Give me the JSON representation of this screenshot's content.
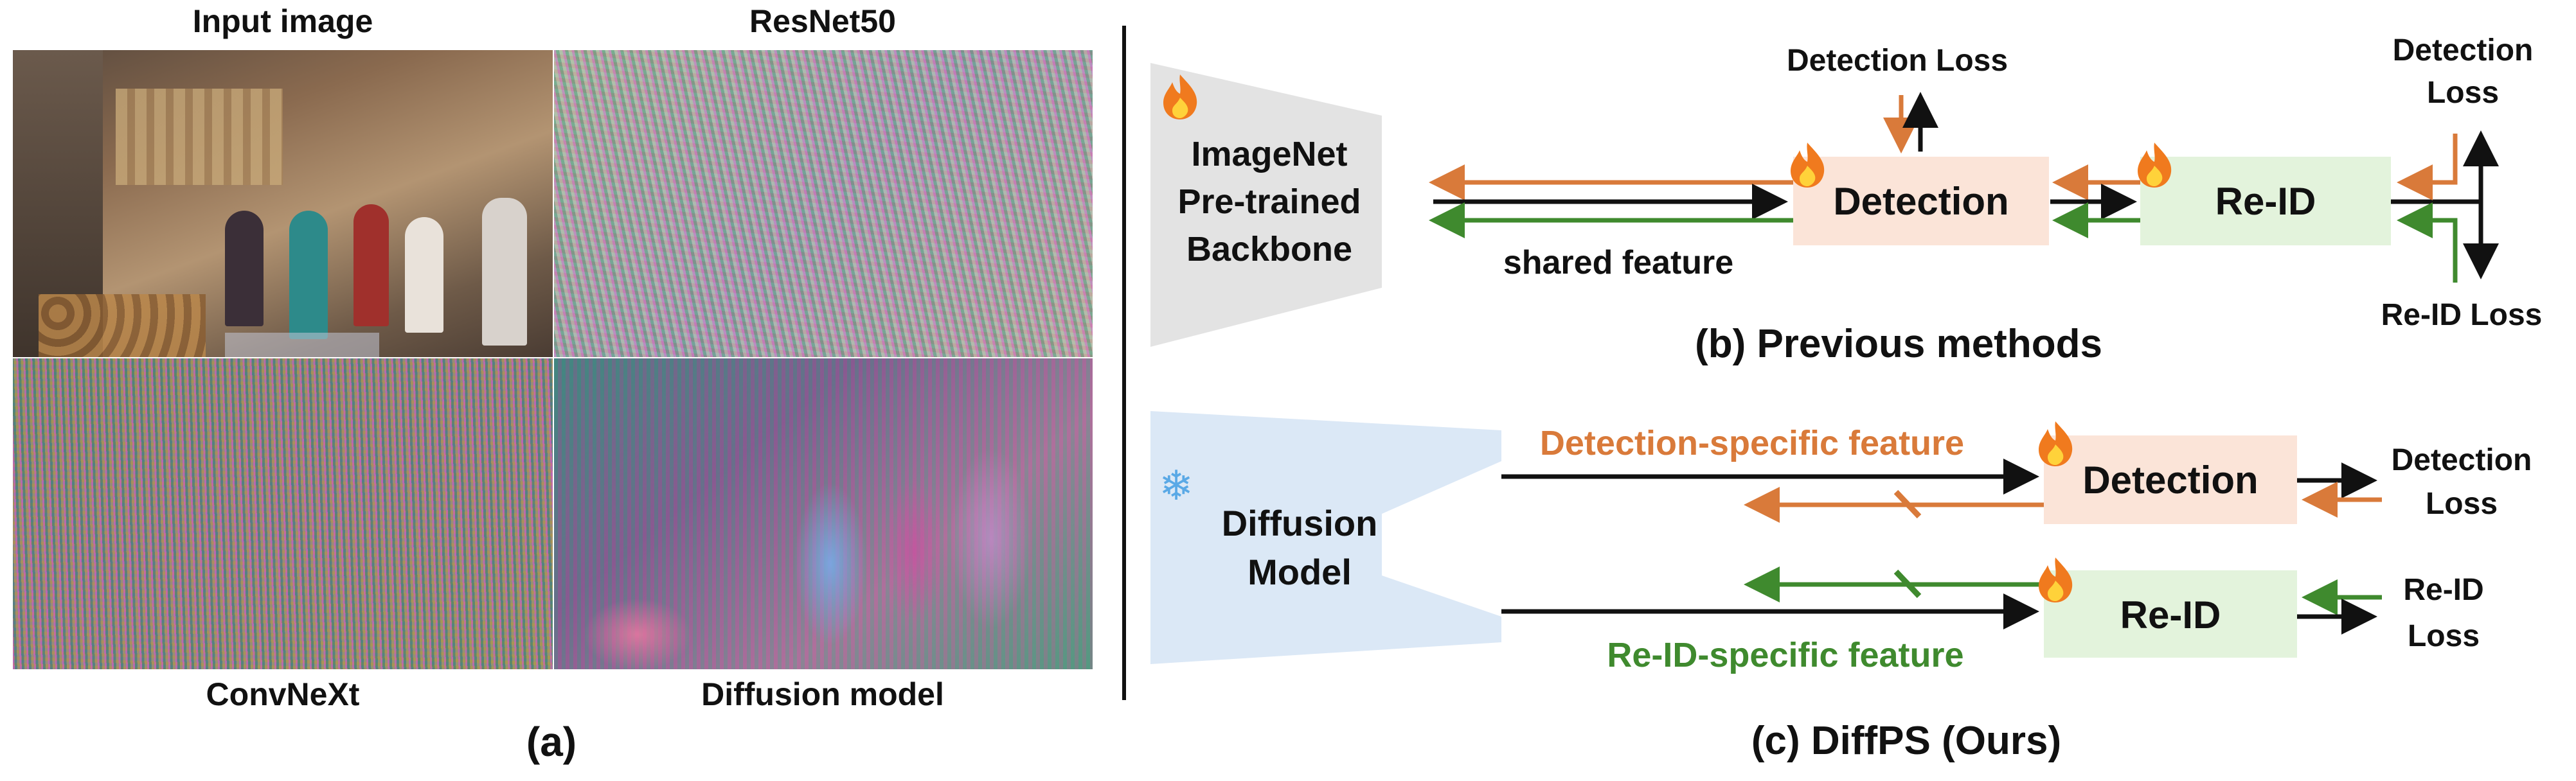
{
  "panel_a": {
    "titles": {
      "input": "Input image",
      "resnet": "ResNet50",
      "convnext": "ConvNeXt",
      "diffusion": "Diffusion model"
    },
    "caption": "(a)"
  },
  "panel_b": {
    "backbone": [
      "ImageNet",
      "Pre-trained",
      "Backbone"
    ],
    "shared_feature": "shared feature",
    "detection": "Detection",
    "reid": "Re-ID",
    "detection_loss_top": "Detection Loss",
    "detection_loss_right": [
      "Detection",
      "Loss"
    ],
    "reid_loss": "Re-ID Loss",
    "caption": "(b) Previous methods"
  },
  "panel_c": {
    "model": [
      "Diffusion",
      "Model"
    ],
    "det_feature": "Detection-specific feature",
    "reid_feature": "Re-ID-specific feature",
    "detection": "Detection",
    "reid": "Re-ID",
    "detection_loss": [
      "Detection",
      "Loss"
    ],
    "reid_loss": [
      "Re-ID",
      "Loss"
    ],
    "caption": "(c) DiffPS (Ours)"
  },
  "colors": {
    "orange": "#d97a3a",
    "green": "#3f8a2e",
    "det_box": "#fbe4d8",
    "reid_box": "#e3f3dc",
    "backbone_gray": "#e3e3e3",
    "diffusion_blue": "#dbe8f6",
    "fire": "#f07a1e",
    "snow": "#5aa9e6"
  }
}
